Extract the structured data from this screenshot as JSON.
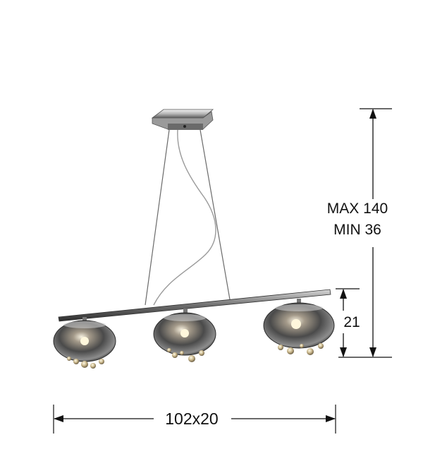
{
  "dimensions": {
    "height_max": "MAX 140",
    "height_min": "MIN 36",
    "shade_height": "21",
    "width": "102x20"
  },
  "colors": {
    "line": "#111111",
    "chrome_dark": "#3a3a3a",
    "chrome_mid": "#8a8a8a",
    "chrome_light": "#e8e8e8",
    "background": "#ffffff"
  },
  "product": {
    "shade_count": 3,
    "icon": "pendant-lamp-3-light"
  }
}
